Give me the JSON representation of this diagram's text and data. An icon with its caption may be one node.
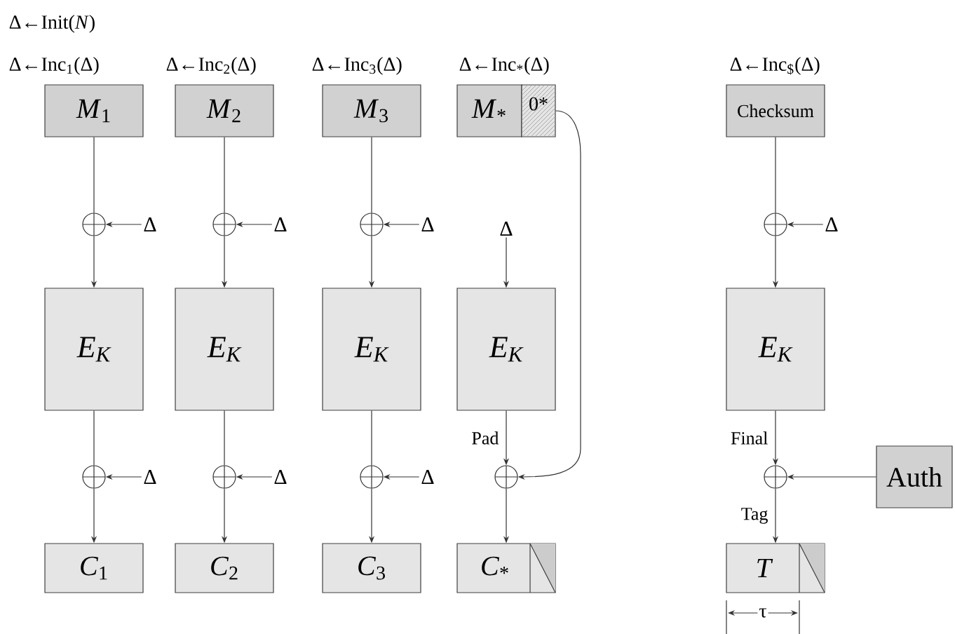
{
  "diagram": {
    "nodes": [
      {
        "text": [
          "*M*$_{1}$"
        ]
      },
      {
        "text": [
          "Δ"
        ]
      },
      {
        "text": [],
        "shape": "circle"
      },
      {
        "text": [
          "E$_{K}$"
        ]
      },
      {
        "text": [
          "Δ"
        ]
      },
      {
        "text": [],
        "shape": "circle"
      },
      {
        "text": [
          "*C*$_{1}$"
        ]
      },
      {
        "text": [
          "*M*$_{2}$"
        ]
      },
      {
        "text": [
          "Δ"
        ]
      },
      {
        "text": [],
        "shape": "circle"
      },
      {
        "text": [
          "E$_{K}$"
        ]
      },
      {
        "text": [
          "Δ"
        ]
      },
      {
        "text": [],
        "shape": "circle"
      },
      {
        "text": [
          "*C*$_{2}$"
        ]
      },
      {
        "text": [
          "*M*$_{3}$"
        ]
      },
      {
        "text": [
          "Δ"
        ]
      },
      {
        "text": [],
        "shape": "circle"
      },
      {
        "text": [
          "E$_{K}$"
        ]
      },
      {
        "text": [
          "Δ"
        ]
      },
      {
        "text": [],
        "shape": "circle"
      },
      {
        "text": [
          "*C*$_{3}$"
        ]
      },
      {
        "text": [
          "*M*$_{*}$"
        ]
      },
      {
        "text": [
          "0*"
        ]
      },
      {
        "text": [
          "Δ"
        ]
      },
      {
        "text": [
          "E$_{K}$"
        ]
      },
      {
        "text": [],
        "shape": "circle"
      },
      {
        "text": [
          "*C*$_{*}$"
        ]
      },
      {
        "text": [
          "Checksum"
        ]
      },
      {
        "text": [],
        "shape": "circle"
      },
      {
        "text": [
          "Δ"
        ]
      },
      {
        "text": [
          "E$_{K}$"
        ]
      },
      {
        "text": [],
        "shape": "circle"
      },
      {
        "text": [
          "Auth"
        ]
      },
      {
        "text": [
          "*T*"
        ]
      }
    ],
    "edges": [
      {
        "from": 0,
        "to": 2,
        "arrow": "none"
      },
      {
        "from": 1,
        "to": 2,
        "arrow": "to"
      },
      {
        "from": 2,
        "to": 3,
        "arrow": "to"
      },
      {
        "from": 3,
        "to": 5,
        "arrow": "none"
      },
      {
        "from": 4,
        "to": 5,
        "arrow": "to"
      },
      {
        "from": 5,
        "to": 6,
        "arrow": "to"
      },
      {
        "from": 7,
        "to": 9,
        "arrow": "none"
      },
      {
        "from": 8,
        "to": 9,
        "arrow": "to"
      },
      {
        "from": 9,
        "to": 10,
        "arrow": "to"
      },
      {
        "from": 10,
        "to": 12,
        "arrow": "none"
      },
      {
        "from": 11,
        "to": 12,
        "arrow": "to"
      },
      {
        "from": 12,
        "to": 13,
        "arrow": "to"
      },
      {
        "from": 14,
        "to": 16,
        "arrow": "none"
      },
      {
        "from": 15,
        "to": 16,
        "arrow": "to"
      },
      {
        "from": 16,
        "to": 17,
        "arrow": "to"
      },
      {
        "from": 17,
        "to": 19,
        "arrow": "none"
      },
      {
        "from": 18,
        "to": 19,
        "arrow": "to"
      },
      {
        "from": 19,
        "to": 20,
        "arrow": "to"
      },
      {
        "from": 23,
        "to": 24,
        "arrow": "to"
      },
      {
        "from": 24,
        "to": 25,
        "arrow": "to",
        "label": "Pad"
      },
      {
        "from": 22,
        "to": 25,
        "arrow": "to"
      },
      {
        "from": 25,
        "to": 26,
        "arrow": "to"
      },
      {
        "from": 27,
        "to": 28,
        "arrow": "none"
      },
      {
        "from": 29,
        "to": 28,
        "arrow": "to"
      },
      {
        "from": 28,
        "to": 30,
        "arrow": "to"
      },
      {
        "from": 30,
        "to": 31,
        "arrow": "to",
        "label": "Final"
      },
      {
        "from": 32,
        "to": 31,
        "arrow": "to"
      },
      {
        "from": 31,
        "to": 33,
        "arrow": "to",
        "label": "Tag"
      }
    ],
    "labels": [
      "Δ←Init(*N*)",
      "Δ←Inc$_{1}$(Δ)",
      "Δ←Inc$_{2}$(Δ)",
      "Δ←Inc$_{3}$(Δ)",
      "Δ←Inc$_{*}$(Δ)",
      "Δ←Inc$_{$}$(Δ)",
      "τ"
    ]
  }
}
